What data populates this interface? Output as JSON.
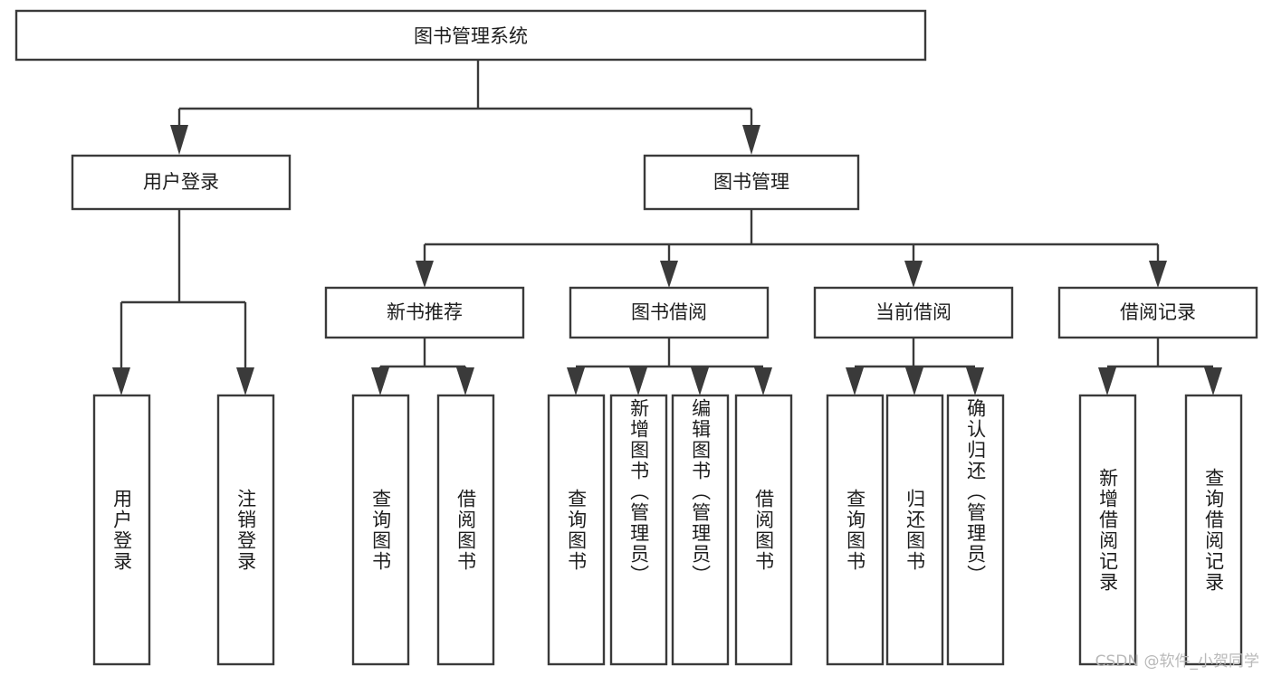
{
  "diagram": {
    "type": "tree-hierarchy",
    "title": "图书管理系统",
    "watermark": "CSDN @软件_小贺同学",
    "colors": {
      "background": "#ffffff",
      "box_stroke": "#3a3a3a",
      "box_fill": "#ffffff",
      "text": "#1d1d1d",
      "watermark": "#b9b9b9"
    },
    "levels": {
      "root": {
        "label": "图书管理系统"
      },
      "level2": [
        {
          "label": "用户登录"
        },
        {
          "label": "图书管理"
        }
      ],
      "level3": [
        {
          "label": "新书推荐"
        },
        {
          "label": "图书借阅"
        },
        {
          "label": "当前借阅"
        },
        {
          "label": "借阅记录"
        }
      ],
      "leaves": [
        {
          "label": "用户登录",
          "parent": "用户登录"
        },
        {
          "label": "注销登录",
          "parent": "用户登录"
        },
        {
          "label": "查询图书",
          "parent": "新书推荐"
        },
        {
          "label": "借阅图书",
          "parent": "新书推荐"
        },
        {
          "label": "查询图书",
          "parent": "图书借阅"
        },
        {
          "label": "新增图书（管理员）",
          "parent": "图书借阅"
        },
        {
          "label": "编辑图书（管理员）",
          "parent": "图书借阅"
        },
        {
          "label": "借阅图书",
          "parent": "图书借阅"
        },
        {
          "label": "查询图书",
          "parent": "当前借阅"
        },
        {
          "label": "归还图书",
          "parent": "当前借阅"
        },
        {
          "label": "确认归还（管理员）",
          "parent": "当前借阅"
        },
        {
          "label": "新增借阅记录",
          "parent": "借阅记录"
        },
        {
          "label": "查询借阅记录",
          "parent": "借阅记录"
        }
      ]
    }
  }
}
